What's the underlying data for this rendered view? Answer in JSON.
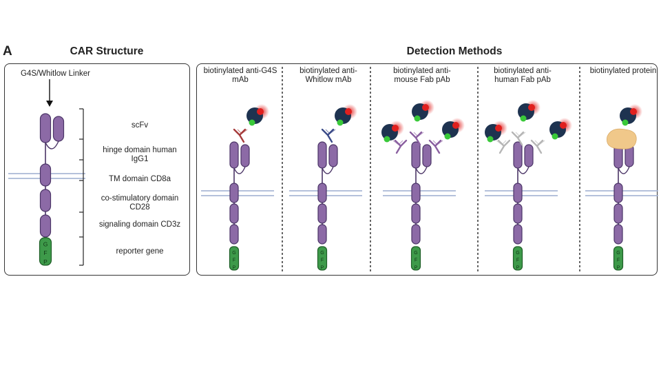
{
  "panel_letter": "A",
  "car": {
    "title": "CAR Structure",
    "linker_label": "G4S/Whitlow Linker",
    "gfp_letters": [
      "G",
      "F",
      "P"
    ],
    "domains": [
      {
        "label": "scFv"
      },
      {
        "label": "hinge domain human IgG1"
      },
      {
        "label": "TM domain CD8a"
      },
      {
        "label": "co-stimulatory domain CD28"
      },
      {
        "label": "signaling domain CD3z"
      },
      {
        "label": "reporter gene"
      }
    ]
  },
  "detection": {
    "title": "Detection Methods",
    "methods": [
      {
        "label": "biotinylated anti-G4S mAb"
      },
      {
        "label": "biotinylated anti-Whitlow mAb"
      },
      {
        "label": "biotinylated anti-mouse Fab pAb"
      },
      {
        "label": "biotinylated anti-human Fab pAb"
      },
      {
        "label": "biotinylated protein"
      }
    ]
  },
  "colors": {
    "domain_fill": "#8c6aa6",
    "domain_stroke": "#4a3466",
    "gfp_fill": "#3e9a4a",
    "gfp_stroke": "#1e5e27",
    "membrane": "#a9b8d6",
    "streptavidin": "#1e3350",
    "fluor": "#e0201e",
    "biotin": "#39c939",
    "ab_g4s": "#a53a3a",
    "ab_whitlow": "#3a4a88",
    "ab_mouse": "#8a5fa0",
    "ab_human": "#b6b6b6",
    "protein": "#f0c88a"
  }
}
